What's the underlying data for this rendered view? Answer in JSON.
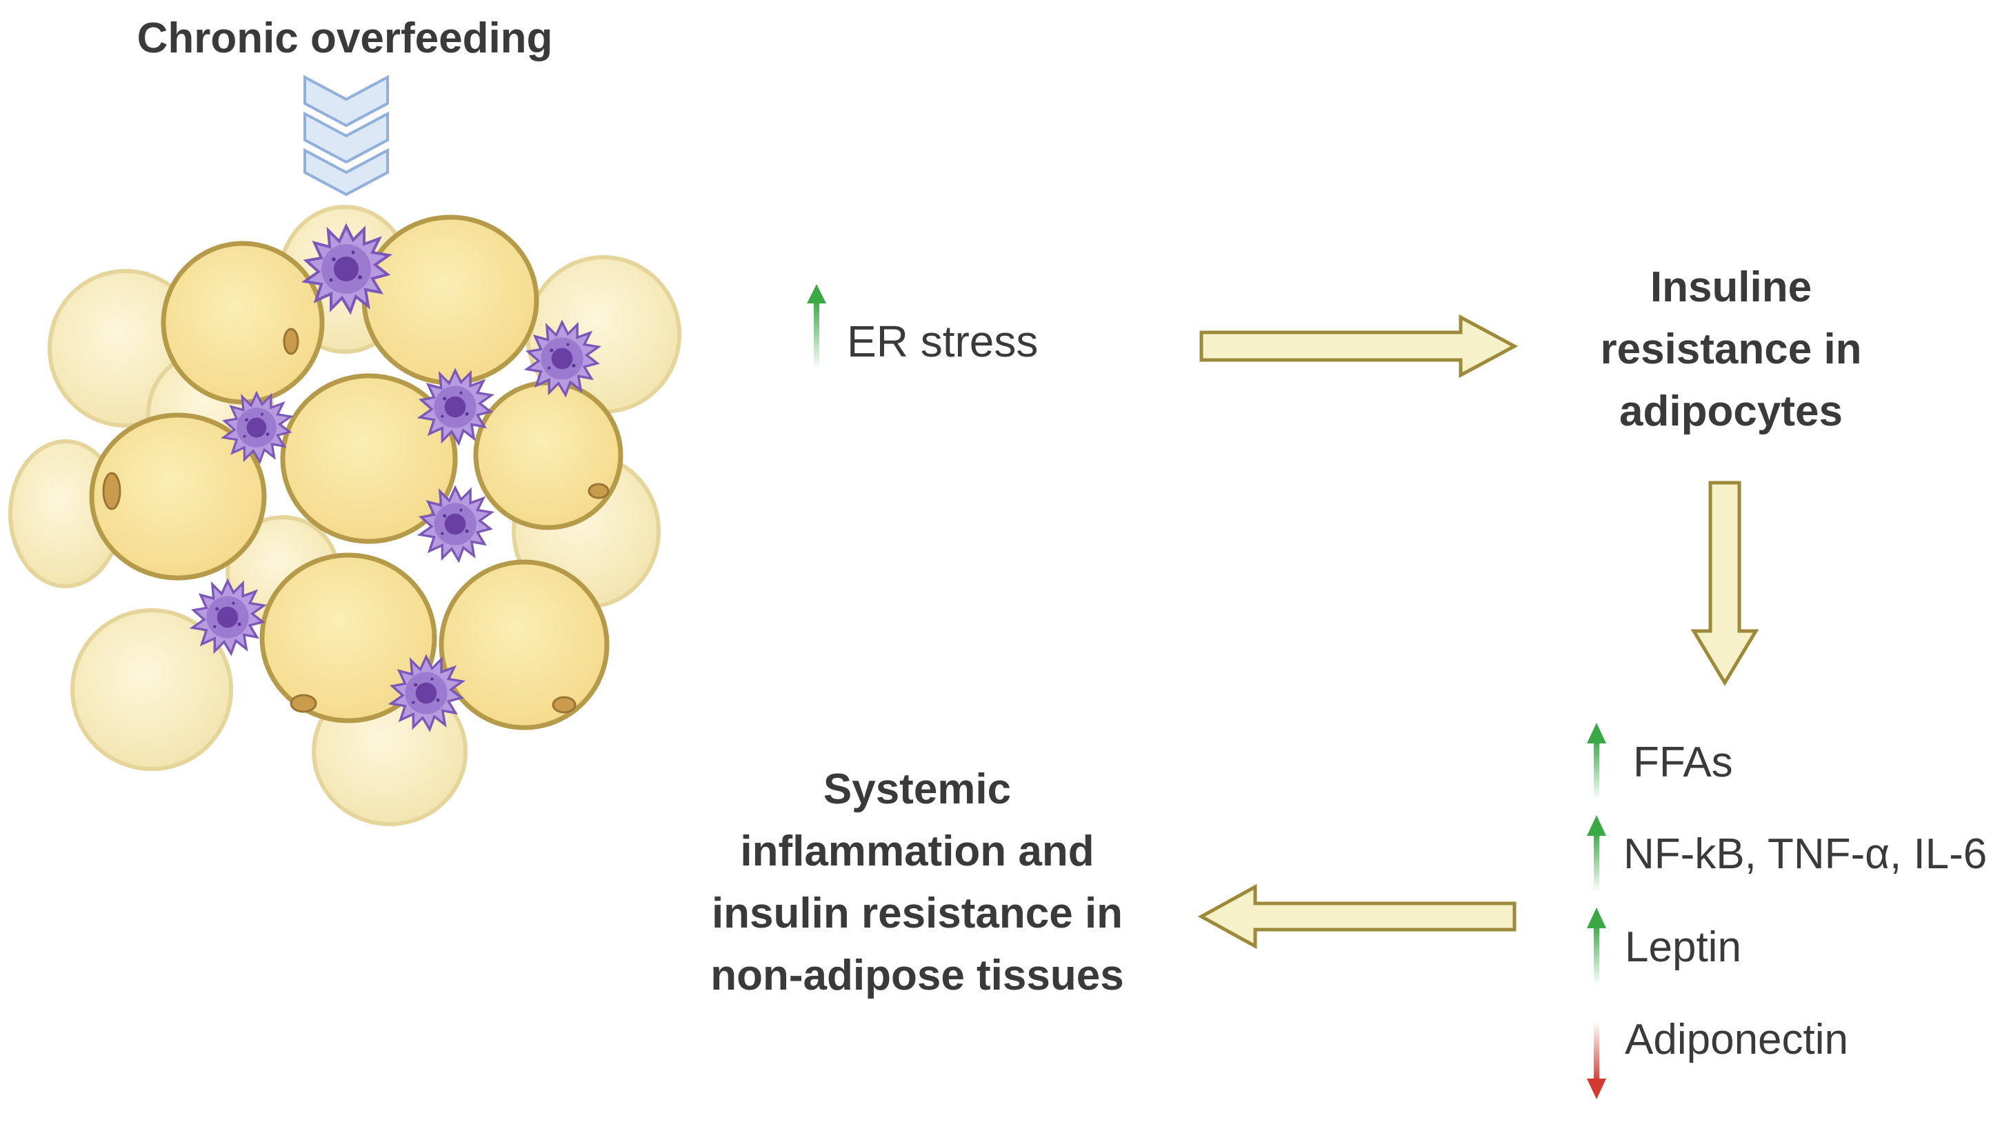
{
  "title": "Chronic overfeeding",
  "er_stress": "ER stress",
  "insulin_box": [
    "Insuline",
    "resistance in",
    "adipocytes"
  ],
  "systemic_box": [
    "Systemic",
    "inflammation and",
    "insulin resistance in",
    "non-adipose tissues"
  ],
  "markers": [
    {
      "label": "FFAs",
      "direction": "up"
    },
    {
      "label": "NF-kB, TNF-α, IL-6",
      "direction": "up"
    },
    {
      "label": "Leptin",
      "direction": "up"
    },
    {
      "label": "Adiponectin",
      "direction": "down"
    }
  ],
  "colors": {
    "up_arrow": "#3aa845",
    "down_arrow": "#d23a2f",
    "flow_arrow_fill": "#f6f1c8",
    "flow_arrow_stroke": "#9c8a3a",
    "adipocyte_fill": "#f7e39f",
    "adipocyte_stroke": "#b59a4a",
    "macrophage": "#8e6cc4",
    "chevron": "#aac4e6"
  }
}
